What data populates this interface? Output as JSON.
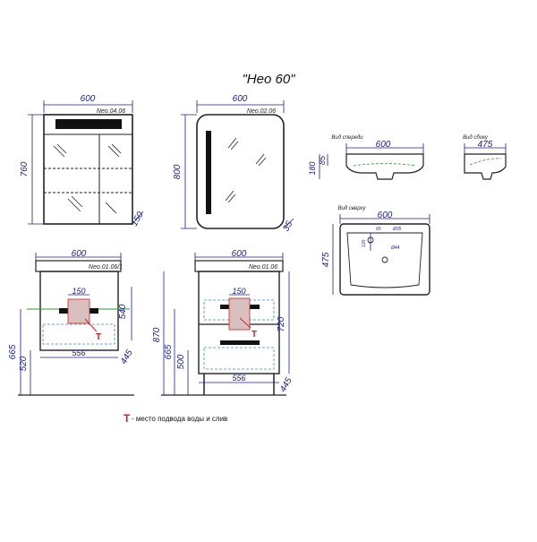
{
  "title": "\"Нео 60\"",
  "cabinet": {
    "code": "Neo.04.06",
    "width": "600",
    "height": "760",
    "depth": "150"
  },
  "mirror": {
    "code": "Neo.02.06",
    "width": "600",
    "height": "800",
    "depth": "35"
  },
  "sink": {
    "front_label": "Вид спереди",
    "side_label": "Вид сбоку",
    "top_label": "Вид сверху",
    "front_width": "600",
    "front_h1": "180",
    "front_h2": "85",
    "side_width": "475",
    "top_width": "600",
    "top_depth": "475",
    "top_d1": "Ø35",
    "top_d2": "Ø44",
    "top_s1": "65",
    "top_s2": "120"
  },
  "vanity_wall": {
    "code": "Neo.01.06/1",
    "width": "600",
    "inner": "556",
    "pipe": "150",
    "h1": "540",
    "h2": "665",
    "h3": "520",
    "depth": "445"
  },
  "vanity_floor": {
    "code": "Neo.01.06",
    "width": "600",
    "inner": "556",
    "pipe": "150",
    "h1": "720",
    "h2": "870",
    "h3": "665",
    "h4": "500",
    "depth": "445"
  },
  "legend": {
    "symbol": "T",
    "text": " - место подвода воды и слив"
  }
}
